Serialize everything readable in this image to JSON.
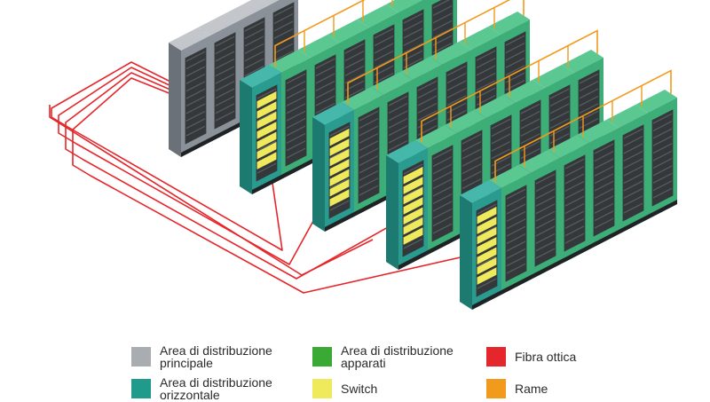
{
  "colors": {
    "main_front": "#8a9198",
    "main_side": "#6b7178",
    "main_top": "#c3c7cb",
    "equip_front": "#3dae77",
    "equip_side": "#2a8e5e",
    "equip_top": "#5cc891",
    "horiz_front": "#2a9b8f",
    "horiz_side": "#1d7a70",
    "horiz_top": "#45b8ab",
    "switch": "#eeea5c",
    "fiber": "#e5262b",
    "copper": "#f29a1b",
    "panel": "#34383b",
    "base": "#1f2326"
  },
  "legend": [
    {
      "label": "Area di distribuzione\nprincipale",
      "color": "#a9adb1"
    },
    {
      "label": "Area di distribuzione\napparati",
      "color": "#3aaa35"
    },
    {
      "label": "Fibra ottica",
      "color": "#e5262b"
    },
    {
      "label": "Area di distribuzione\norizzontale",
      "color": "#1f9a8b"
    },
    {
      "label": "Switch",
      "color": "#eeea5c"
    },
    {
      "label": "Rame",
      "color": "#f29a1b"
    }
  ]
}
